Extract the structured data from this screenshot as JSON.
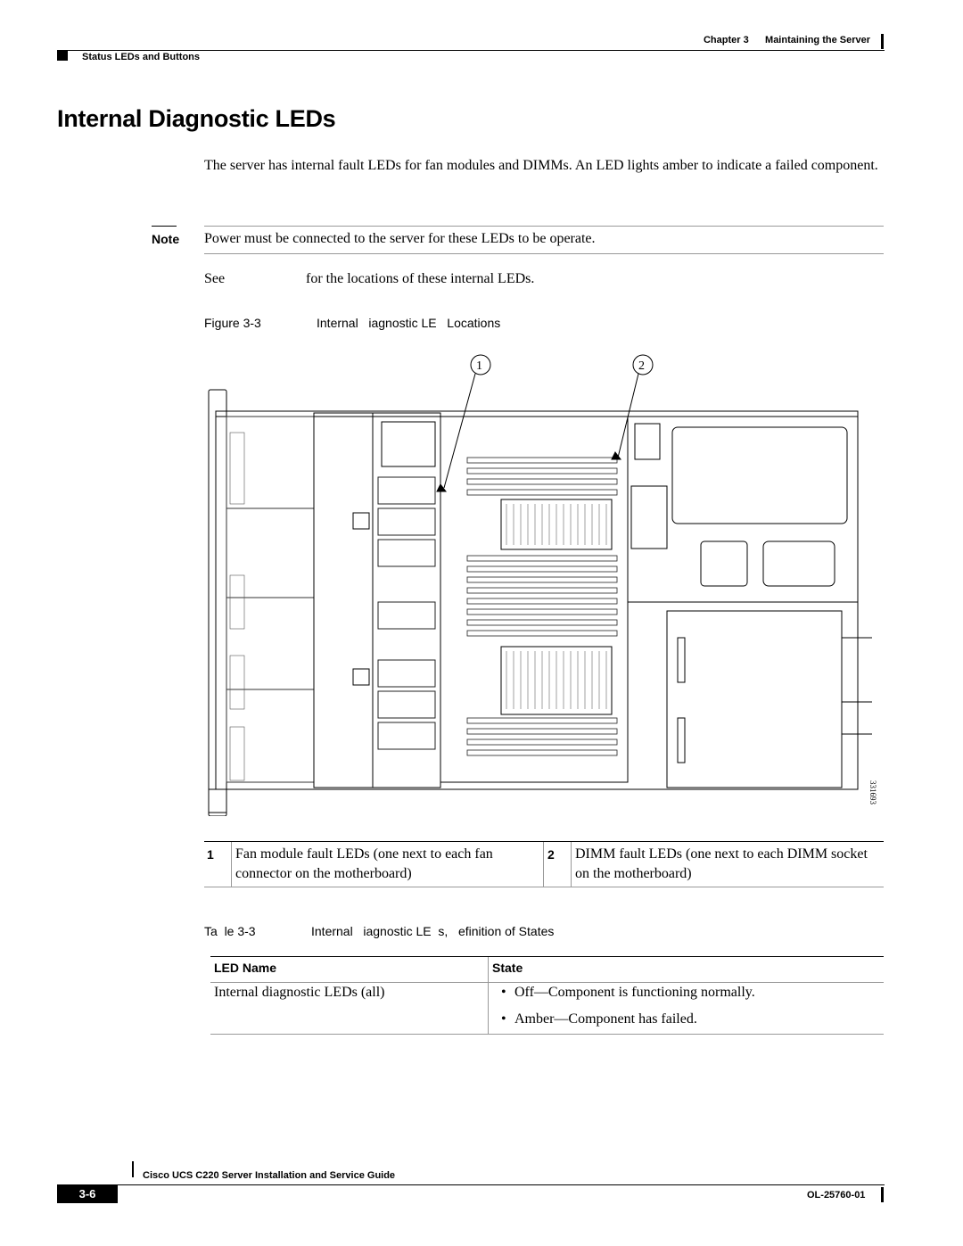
{
  "header": {
    "chapter": "Chapter 3      Maintaining the Server",
    "section": "Status LEDs and Buttons"
  },
  "title": "Internal Diagnostic LEDs",
  "intro": "The server has internal fault LEDs for fan modules and DIMMs. An LED lights amber to indicate a failed component.",
  "note": {
    "label": "Note",
    "text": "Power must be connected to the server for these LEDs to be operate."
  },
  "see": {
    "lead": "See",
    "text": "for the locations of these internal LEDs."
  },
  "figure": {
    "label": "Figure 3-3",
    "title": "Internal   iagnostic LE   Locations",
    "callout_1": "1",
    "callout_2": "2",
    "art_id": "331693"
  },
  "callouts": [
    {
      "num": "1",
      "text": "Fan module fault LEDs (one next to each fan connector on the motherboard)"
    },
    {
      "num": "2",
      "text": "DIMM fault LEDs (one next to each DIMM socket on the motherboard)"
    }
  ],
  "table": {
    "label": "Ta  le 3-3",
    "title": "Internal   iagnostic LE  s,   efinition of States",
    "headers": [
      "LED Name",
      "State"
    ],
    "row_name": "Internal diagnostic LEDs (all)",
    "states": [
      "Off—Component is functioning normally.",
      "Amber—Component has failed."
    ]
  },
  "footer": {
    "title": "Cisco UCS C220 Server Installation and Service Guide",
    "page": "3-6",
    "doc_id": "OL-25760-01"
  }
}
